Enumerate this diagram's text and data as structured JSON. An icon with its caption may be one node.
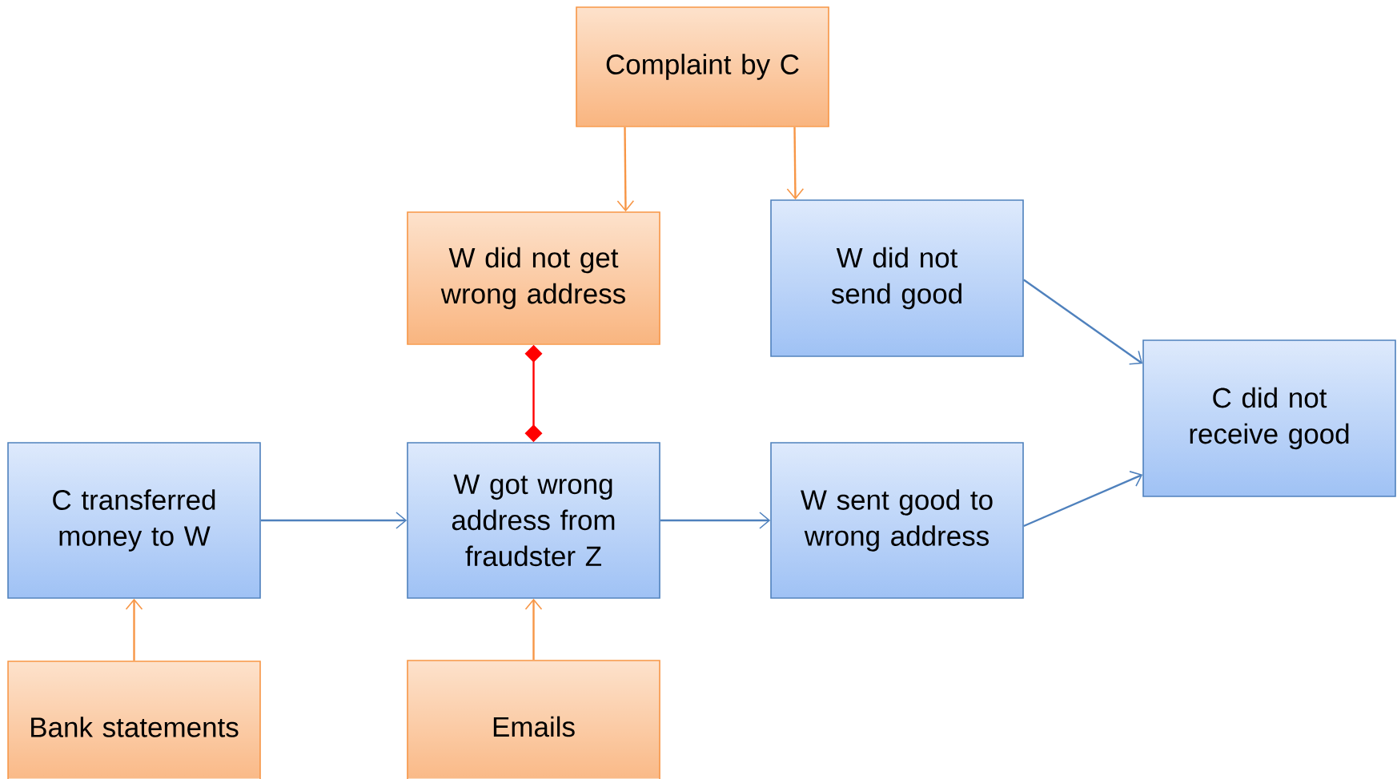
{
  "diagram": {
    "nodes": [
      {
        "text": [
          "Complaint by C"
        ]
      },
      {
        "text": [
          "W did not get wrong address"
        ]
      },
      {
        "text": [
          "W did not send good"
        ]
      },
      {
        "text": [
          "C did not receive good"
        ]
      },
      {
        "text": [
          "C transferred money to W"
        ]
      },
      {
        "text": [
          "W got wrong address from fraudster Z"
        ]
      },
      {
        "text": [
          "W sent good to wrong address"
        ]
      },
      {
        "text": [
          "Bank statements"
        ]
      },
      {
        "text": [
          "Emails"
        ]
      }
    ],
    "edges": [
      {
        "from": 0,
        "to": 1,
        "arrow": "to",
        "color": "#f79646"
      },
      {
        "from": 0,
        "to": 2,
        "arrow": "to",
        "color": "#f79646"
      },
      {
        "from": 1,
        "to": 5,
        "arrow": "other",
        "color": "#ff0000"
      },
      {
        "from": 4,
        "to": 5,
        "arrow": "to",
        "color": "#4f81bd"
      },
      {
        "from": 5,
        "to": 6,
        "arrow": "to",
        "color": "#4f81bd"
      },
      {
        "from": 2,
        "to": 3,
        "arrow": "to",
        "color": "#4f81bd"
      },
      {
        "from": 6,
        "to": 3,
        "arrow": "to",
        "color": "#4f81bd"
      },
      {
        "from": 7,
        "to": 4,
        "arrow": "to",
        "color": "#f79646"
      },
      {
        "from": 8,
        "to": 5,
        "arrow": "to",
        "color": "#f79646"
      }
    ]
  }
}
